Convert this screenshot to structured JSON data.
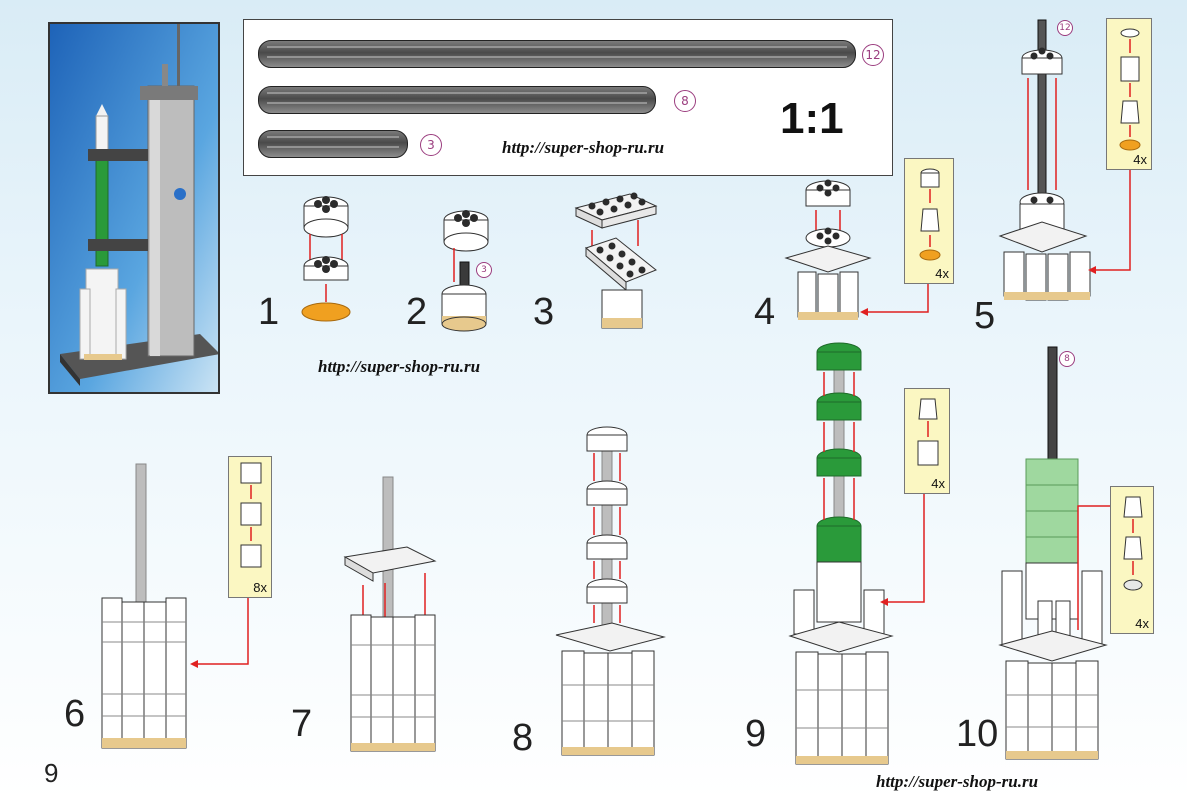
{
  "page_number": "9",
  "scale_label": "1:1",
  "watermark_url": "http://super-shop-ru.ru",
  "parts_box": {
    "rods": [
      {
        "count_label": "12"
      },
      {
        "count_label": "8"
      },
      {
        "count_label": "3"
      }
    ]
  },
  "steps": [
    {
      "number": "1"
    },
    {
      "number": "2",
      "rod_label": "3"
    },
    {
      "number": "3"
    },
    {
      "number": "4",
      "callout_mult": "4x"
    },
    {
      "number": "5",
      "rod_label": "12",
      "callout_mult": "4x"
    },
    {
      "number": "6",
      "callout_mult": "8x"
    },
    {
      "number": "7"
    },
    {
      "number": "8"
    },
    {
      "number": "9",
      "callout_mult": "4x"
    },
    {
      "number": "10",
      "rod_label": "8",
      "callout_mult": "4x"
    }
  ],
  "colors": {
    "accent_red": "#e02020",
    "brick_white": "#f4f4f4",
    "brick_dark": "#2b2b2b",
    "brick_green": "#2a9a3a",
    "brick_tan": "#e7c98d",
    "callout_bg": "#fbf7c2"
  }
}
